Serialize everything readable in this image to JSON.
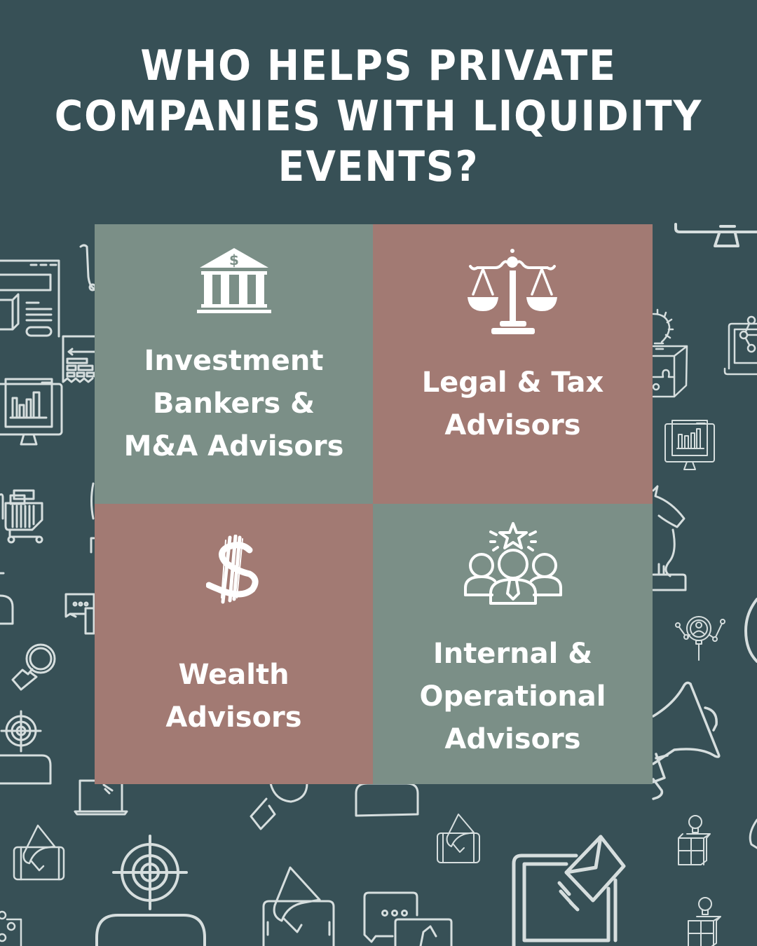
{
  "title": {
    "lines": [
      "WHO HELPS PRIVATE",
      "COMPANIES WITH LIQUIDITY",
      "EVENTS?"
    ]
  },
  "colors": {
    "background": "#375056",
    "sage": "#7b8f87",
    "rose": "#a27a73",
    "line_art": "#d6dede",
    "text": "#ffffff"
  },
  "quadrants": [
    {
      "id": "investment-bankers",
      "icon": "bank-building-icon",
      "icon_glyph": "$",
      "color": "sage",
      "lines": [
        "Investment",
        "Bankers &",
        "M&A Advisors"
      ]
    },
    {
      "id": "legal-tax",
      "icon": "scales-of-justice-icon",
      "color": "rose",
      "lines": [
        "Legal & Tax",
        "Advisors"
      ]
    },
    {
      "id": "wealth",
      "icon": "dollar-sign-icon",
      "color": "rose",
      "lines": [
        "Wealth",
        "Advisors"
      ]
    },
    {
      "id": "internal-operational",
      "icon": "team-star-icon",
      "color": "sage",
      "lines": [
        "Internal &",
        "Operational",
        "Advisors"
      ]
    }
  ],
  "background_icons": [
    "website-layout-icon",
    "shopping-cart-icon",
    "invoice-receipt-icon",
    "monitor-chart-icon",
    "luggage-cart-icon",
    "chat-bubble-icon",
    "magnifier-hand-icon",
    "target-person-icon",
    "laptop-megaphone-icon",
    "phone-megaphone-icon",
    "target-icon",
    "chat-thumbs-up-icon",
    "laptop-email-icon",
    "lightbulb-puzzle-icon",
    "laptop-network-icon",
    "chess-knight-icon",
    "search-person-icon",
    "megaphone-icon",
    "computer-monitor-icon"
  ]
}
